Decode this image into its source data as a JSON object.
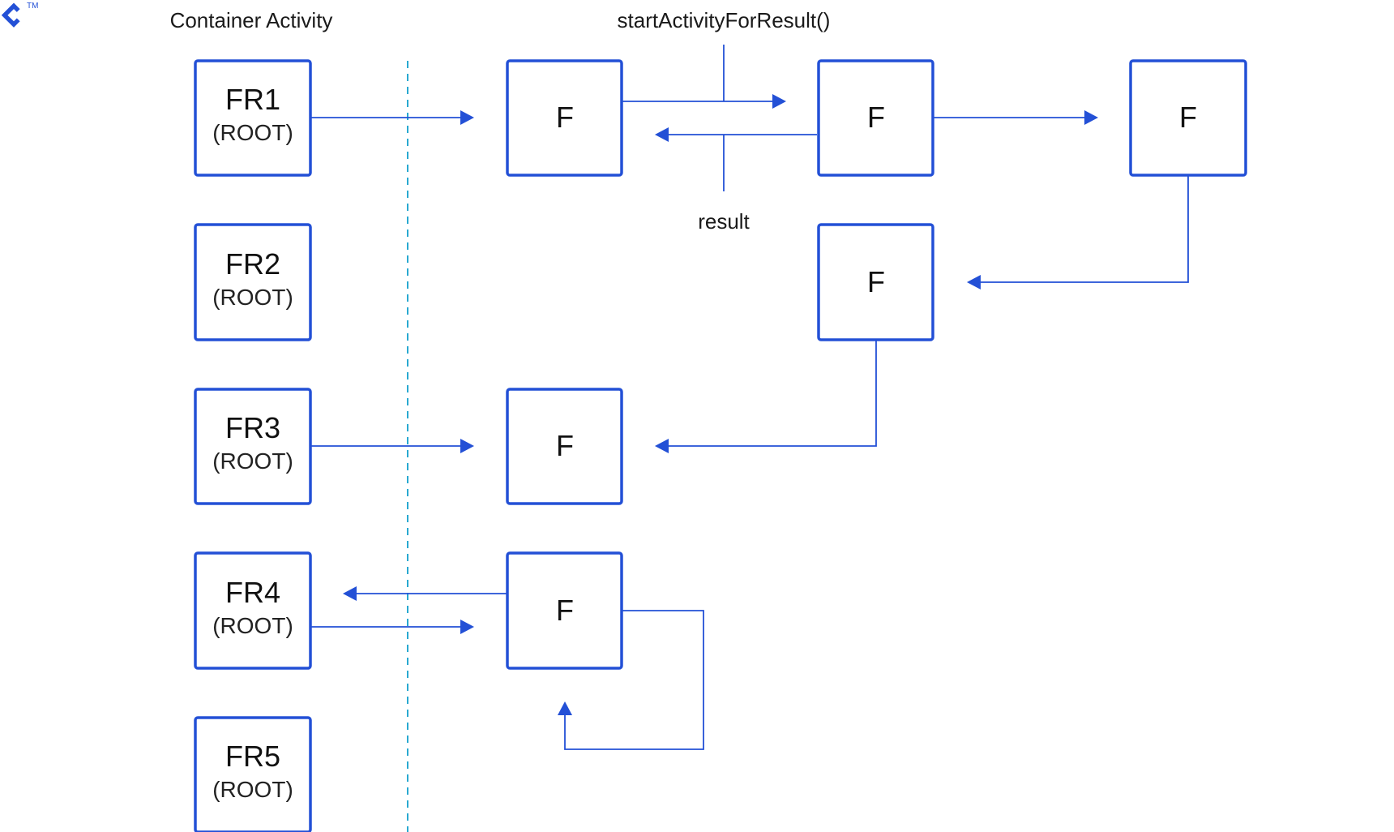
{
  "labels": {
    "container_activity": "Container Activity",
    "start_activity": "startActivityForResult()",
    "result": "result"
  },
  "colors": {
    "accent": "#2350d6",
    "divider": "#29a9d1",
    "text": "#111111",
    "background": "#ffffff"
  },
  "logo": {
    "icon": "toptal-logo-icon",
    "trademark": "TM"
  },
  "nodes": [
    {
      "id": "fr1",
      "title": "FR1",
      "subtitle": "(ROOT)"
    },
    {
      "id": "fr2",
      "title": "FR2",
      "subtitle": "(ROOT)"
    },
    {
      "id": "fr3",
      "title": "FR3",
      "subtitle": "(ROOT)"
    },
    {
      "id": "fr4",
      "title": "FR4",
      "subtitle": "(ROOT)"
    },
    {
      "id": "fr5",
      "title": "FR5",
      "subtitle": "(ROOT)"
    },
    {
      "id": "f1",
      "title": "F"
    },
    {
      "id": "f2",
      "title": "F"
    },
    {
      "id": "f3",
      "title": "F"
    },
    {
      "id": "f4",
      "title": "F"
    },
    {
      "id": "f5",
      "title": "F"
    },
    {
      "id": "f6",
      "title": "F"
    }
  ],
  "edges": [
    {
      "from": "fr1",
      "to": "f1"
    },
    {
      "from": "f1",
      "to": "f2",
      "label": "startActivityForResult()"
    },
    {
      "from": "f2",
      "to": "f1",
      "label": "result"
    },
    {
      "from": "f2",
      "to": "f3"
    },
    {
      "from": "f3",
      "to": "f4"
    },
    {
      "from": "f4",
      "to": "f5"
    },
    {
      "from": "fr3",
      "to": "f5"
    },
    {
      "from": "f6",
      "to": "fr4"
    },
    {
      "from": "fr4",
      "to": "f6"
    },
    {
      "from": "f6",
      "to": "f6"
    }
  ]
}
